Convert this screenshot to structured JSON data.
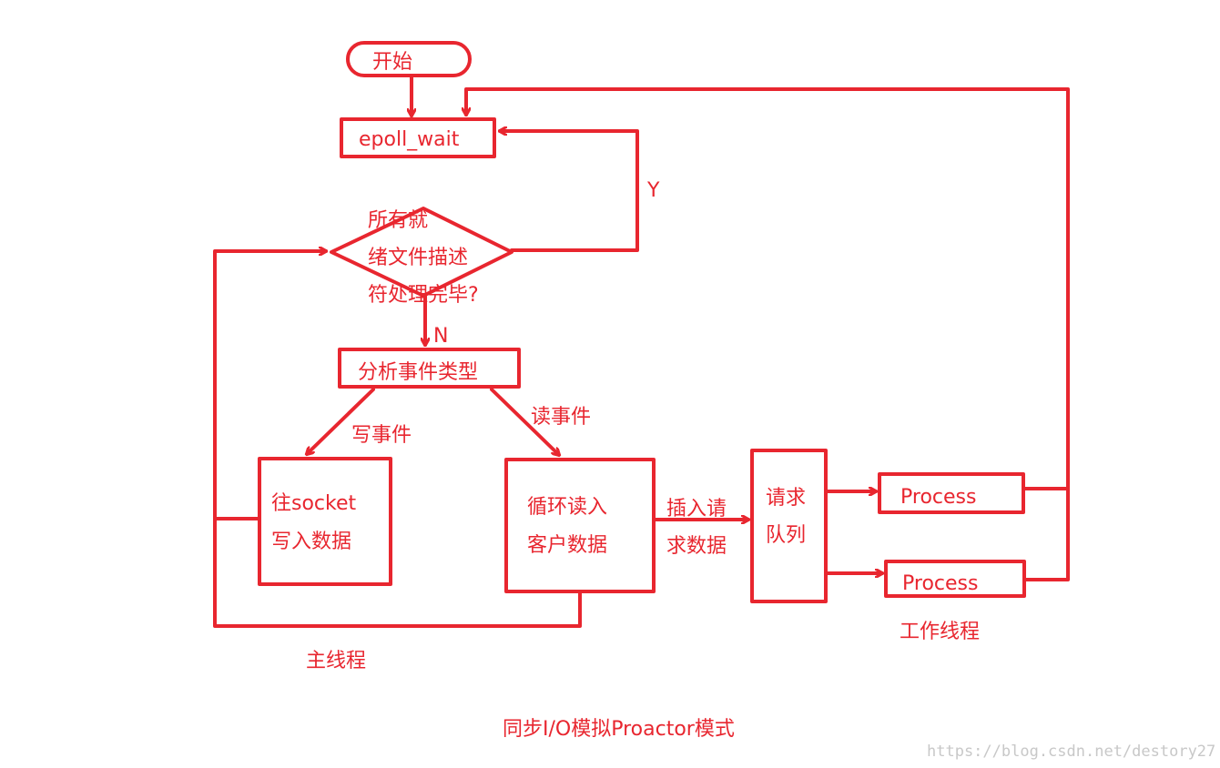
{
  "diagram": {
    "title": "同步I/O模拟Proactor模式",
    "watermark": "https://blog.csdn.net/destory27",
    "color": "#e8262f",
    "nodes": {
      "start": "开始",
      "epoll_wait": "epoll_wait",
      "decision_line1": "所有就",
      "decision_line2": "绪文件描述",
      "decision_line3": "符处理完毕?",
      "analyze": "分析事件类型",
      "write_line1": "往socket",
      "write_line2": "写入数据",
      "read_line1": "循环读入",
      "read_line2": "客户数据",
      "queue_line1": "请求",
      "queue_line2": "队列",
      "process1": "Process",
      "process2": "Process"
    },
    "edges": {
      "yes": "Y",
      "no": "N",
      "write_event": "写事件",
      "read_event": "读事件",
      "insert_line1": "插入请",
      "insert_line2": "求数据"
    },
    "groups": {
      "main_thread": "主线程",
      "worker_threads": "工作线程"
    }
  }
}
